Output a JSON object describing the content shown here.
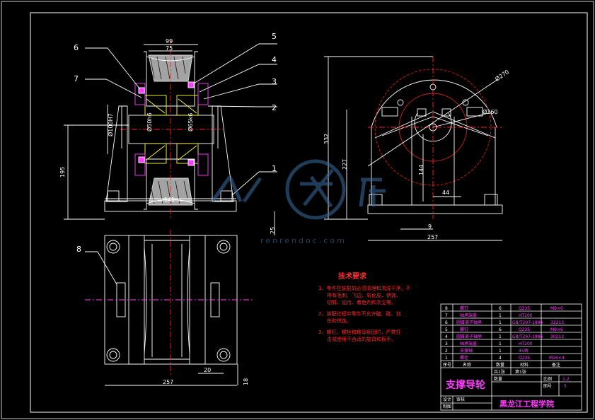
{
  "balloons": [
    "1",
    "2",
    "3",
    "4",
    "5",
    "6",
    "7",
    "8"
  ],
  "dimensions": {
    "top_width_outer": "99",
    "top_width_inner": "75",
    "bore_left": "Ø50h6",
    "bore_right": "Ø65k6",
    "bearing_seat": "Ø100H7",
    "height_center": "195",
    "base_width_front": "141",
    "base_thickness": "25",
    "overall_height": "332",
    "center_height": "227",
    "height_144": "144",
    "dim_44": "44",
    "dim_9": "9",
    "width_side": "257",
    "diam_outer": "Ø270",
    "diam_inner": "Ø160",
    "plan_width": "257",
    "plan_20": "20",
    "plan_18": "18"
  },
  "requirements": {
    "title": "技术要求",
    "items": [
      "1、零件在装配前必须清理和清洗干净，不",
      "得有毛刺、飞边、氧化皮、锈蚀、",
      "切屑、油污、着色剂和灰尘等。",
      "2、装配过程中零件不允许磕、碰、划",
      "伤和锈蚀。",
      "3、螺钉、螺栓和螺母紧固时，严禁打",
      "击或使用不合适的旋具和扳手。"
    ]
  },
  "parts_table": {
    "rows": [
      {
        "no": "8",
        "name": "螺钉",
        "qty": "6",
        "mat": "Q235",
        "note": "M8×6"
      },
      {
        "no": "7",
        "name": "轴承端盖",
        "qty": "1",
        "mat": "HT200",
        "note": ""
      },
      {
        "no": "6",
        "name": "圆锥滚子轴承",
        "qty": "1",
        "mat": "GB/T297-1994",
        "note": "32213"
      },
      {
        "no": "5",
        "name": "螺钉",
        "qty": "6",
        "mat": "Q235",
        "note": "M8×6"
      },
      {
        "no": "4",
        "name": "圆锥滚子轴承",
        "qty": "1",
        "mat": "GB/T297-1994",
        "note": "30213"
      },
      {
        "no": "3",
        "name": "轴承端盖",
        "qty": "1",
        "mat": "HT200",
        "note": ""
      },
      {
        "no": "2",
        "name": "支撑轴",
        "qty": "1",
        "mat": "45钢",
        "note": ""
      },
      {
        "no": "1",
        "name": "螺栓",
        "qty": "4",
        "mat": "Q235",
        "note": "M16×4"
      }
    ],
    "header": {
      "no": "序号",
      "name": "名称",
      "qty": "数量",
      "mat": "材料",
      "note": "备注"
    }
  },
  "title_block": {
    "drawing_name": "支撑导轮",
    "school": "黑龙江工程学院",
    "label_ratio": "比例",
    "ratio": "1:2",
    "label_qty": "数量",
    "label_sheet": "图号",
    "sheet": "5",
    "label_weight": "共1张",
    "label_page": "第1张",
    "label_design": "设计",
    "label_draw": "制图",
    "label_check": "审核"
  },
  "watermark": {
    "text": "人人文库",
    "url": "renrendoc.com"
  },
  "colors": {
    "line": "#ffffff",
    "center": "#ff2020",
    "magenta": "#ff3cff",
    "hatch": "#ffff40",
    "section": "#cc2020",
    "cyan": "#00e0ff"
  }
}
